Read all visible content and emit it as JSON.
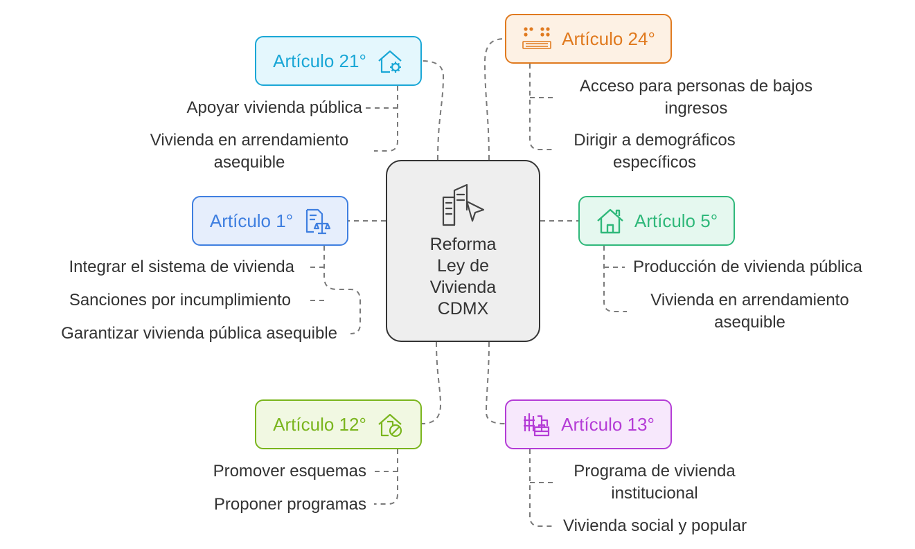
{
  "center": {
    "title": "Reforma\nLey de\nVivienda\nCDMX",
    "icon": "building-cursor-icon"
  },
  "articles": {
    "a21": {
      "label": "Artículo 21°",
      "icon": "house-gear-icon",
      "color": "#1aa7d6",
      "fill": "#e4f7fd",
      "items": [
        "Apoyar vivienda pública",
        "Vivienda en arrendamiento\nasequible"
      ]
    },
    "a24": {
      "label": "Artículo 24°",
      "icon": "braille-icon",
      "color": "#e07a1f",
      "fill": "#fdf1e4",
      "items": [
        "Acceso para personas de bajos\ningresos",
        "Dirigir a demográficos\nespecíficos"
      ]
    },
    "a1": {
      "label": "Artículo 1°",
      "icon": "document-scales-icon",
      "color": "#3f7fe0",
      "fill": "#e6eefc",
      "items": [
        "Integrar el sistema de  vivienda",
        "Sanciones por incumplimiento",
        "Garantizar vivienda pública asequible"
      ]
    },
    "a5": {
      "label": "Artículo 5°",
      "icon": "house-icon",
      "color": "#2fb87a",
      "fill": "#e5f8ef",
      "items": [
        "Producción de vivienda pública",
        "Vivienda en arrendamiento\nasequible"
      ]
    },
    "a12": {
      "label": "Artículo 12°",
      "icon": "house-prohibited-icon",
      "color": "#7ab51d",
      "fill": "#f1f8e2",
      "items": [
        "Promover esquemas",
        "Proponer programas"
      ]
    },
    "a13": {
      "label": "Artículo 13°",
      "icon": "institution-icon",
      "color": "#b43cd6",
      "fill": "#f7e8fc",
      "items": [
        "Programa de vivienda\ninstitucional",
        "Vivienda social y popular"
      ]
    }
  }
}
